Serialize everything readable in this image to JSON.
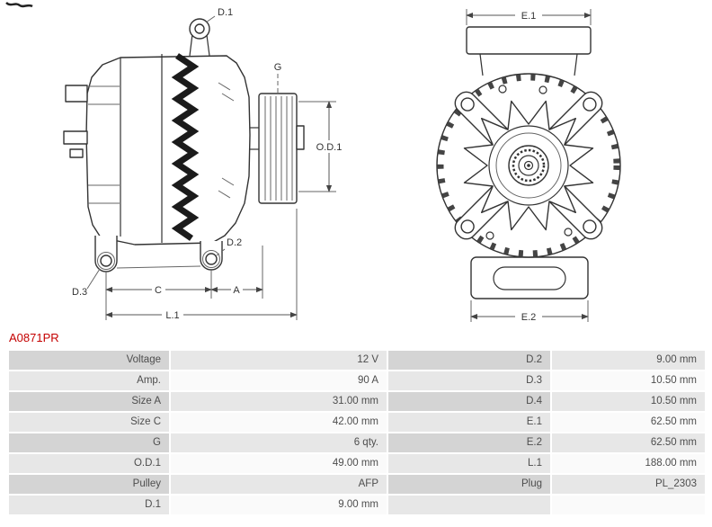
{
  "part_number": "A0871PR",
  "colors": {
    "part_number": "#c40000",
    "label_cell_dark": "#d4d4d4",
    "value_cell_dark": "#e7e7e7",
    "value_cell_light": "#fafafa"
  },
  "diagram": {
    "labels": {
      "d1": "D.1",
      "g": "G",
      "od1": "O.D.1",
      "d2": "D.2",
      "d3": "D.3",
      "c": "C",
      "a": "A",
      "l1": "L.1",
      "e1": "E.1",
      "e2": "E.2"
    }
  },
  "table": {
    "rows": [
      {
        "left_label": "Voltage",
        "left_value": "12 V",
        "right_label": "D.2",
        "right_value": "9.00 mm"
      },
      {
        "left_label": "Amp.",
        "left_value": "90 A",
        "right_label": "D.3",
        "right_value": "10.50 mm"
      },
      {
        "left_label": "Size A",
        "left_value": "31.00 mm",
        "right_label": "D.4",
        "right_value": "10.50 mm"
      },
      {
        "left_label": "Size C",
        "left_value": "42.00 mm",
        "right_label": "E.1",
        "right_value": "62.50 mm"
      },
      {
        "left_label": "G",
        "left_value": "6 qty.",
        "right_label": "E.2",
        "right_value": "62.50 mm"
      },
      {
        "left_label": "O.D.1",
        "left_value": "49.00 mm",
        "right_label": "L.1",
        "right_value": "188.00 mm"
      },
      {
        "left_label": "Pulley",
        "left_value": "AFP",
        "right_label": "Plug",
        "right_value": "PL_2303"
      },
      {
        "left_label": "D.1",
        "left_value": "9.00 mm",
        "right_label": "",
        "right_value": ""
      }
    ]
  }
}
